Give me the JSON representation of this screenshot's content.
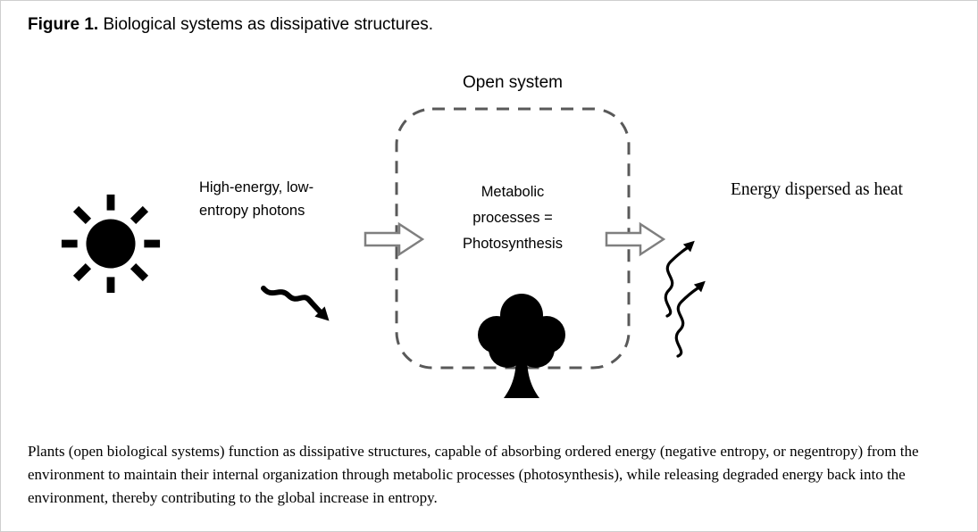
{
  "figure": {
    "label": "Figure 1.",
    "title_rest": " Biological systems as dissipative structures."
  },
  "diagram": {
    "open_system_label": "Open system",
    "photons_label_lines": [
      "High-energy, low-",
      "entropy photons"
    ],
    "metabolic_label_lines": [
      "Metabolic",
      "processes =",
      "Photosynthesis"
    ],
    "heat_label": "Energy dispersed as heat",
    "icons": {
      "sun": "sun-icon",
      "photon_squiggly_arrow": "squiggly-arrow-down-right-icon",
      "input_block_arrow": "block-arrow-right-icon",
      "tree": "tree-icon",
      "output_block_arrow": "block-arrow-right-icon",
      "heat_wavy_arrows": "wavy-arrows-up-right-icon"
    },
    "colors": {
      "ink": "#000000",
      "box_border": "#595959",
      "arrow_outline": "#7f7f7f"
    }
  },
  "caption": "Plants (open biological systems) function as dissipative structures, capable of absorbing ordered energy (negative entropy, or negentropy) from the environment to maintain their internal organization through metabolic processes (photosynthesis), while releasing degraded energy back into the environment, thereby contributing to the global increase in entropy."
}
